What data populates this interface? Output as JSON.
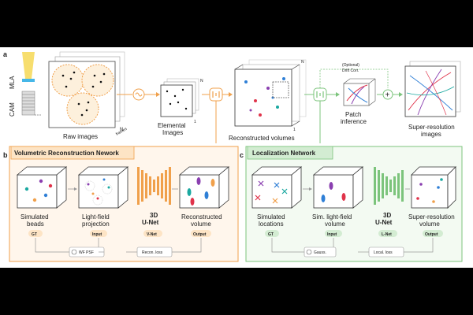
{
  "panels": {
    "a": "a",
    "b": "b",
    "c": "c"
  },
  "top": {
    "mla": "MLA",
    "cam": "CAM",
    "raw_images": "Raw images",
    "frames_n": "N",
    "frames": "frames",
    "elemental_line1": "Elemental",
    "elemental_line2": "Images",
    "elemental_n": "N",
    "elemental_1": "1",
    "reconstructed": "Reconstructed volumes",
    "recon_n": "N",
    "recon_1": "1",
    "drift_line1": "(Optional)",
    "drift_line2": "Drift Corr.",
    "patch_line1": "Patch",
    "patch_line2": "inference",
    "sr_line1": "Super-resolution",
    "sr_line2": "images",
    "plus": "+"
  },
  "panel_b": {
    "title": "Volumetric Reconstruction Nework",
    "sim_beads_1": "Simulated",
    "sim_beads_2": "beads",
    "lf_proj_1": "Light-field",
    "lf_proj_2": "projection",
    "unet_1": "3D",
    "unet_2": "U-Net",
    "recon_vol_1": "Reconstructed",
    "recon_vol_2": "volume",
    "tag_gt": "GT",
    "tag_input": "Input",
    "tag_vnet": "V-Net",
    "tag_output": "Output",
    "psf": "WF PSF",
    "loss": "Recon. loss"
  },
  "panel_c": {
    "title": "Localization Network",
    "sim_loc_1": "Simulated",
    "sim_loc_2": "locations",
    "sim_lf_1": "Sim. light-field",
    "sim_lf_2": "volume",
    "unet_1": "3D",
    "unet_2": "U-Net",
    "sr_vol_1": "Super-resolution",
    "sr_vol_2": "volume",
    "tag_gt": "GT",
    "tag_input": "Input",
    "tag_lnet": "L-Net",
    "tag_output": "Output",
    "gauss": "Gauss.",
    "loss": "Local. loss"
  },
  "colors": {
    "orange": "#f0a04b",
    "orange_light": "#fde4c5",
    "orange_bg": "#fff6ec",
    "green": "#7cc47c",
    "green_light": "#d3ecd2",
    "green_bg": "#f3faf2",
    "purple": "#8a3fb0",
    "blue": "#2f7fd6",
    "red": "#e0334a",
    "teal": "#1aa8a0",
    "dark": "#1e1e1e",
    "gray": "#999999"
  }
}
